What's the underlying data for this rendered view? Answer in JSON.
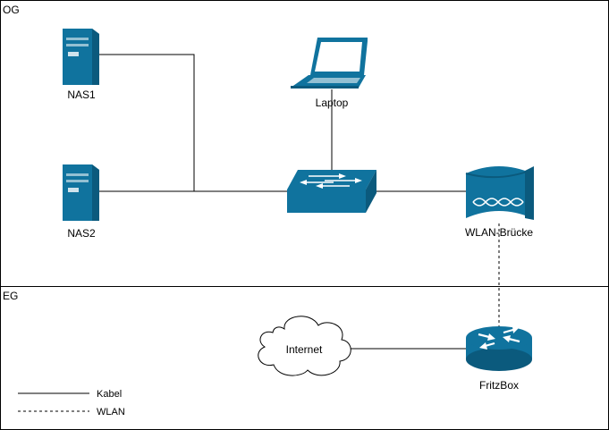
{
  "zones": {
    "upper": "OG",
    "lower": "EG"
  },
  "nodes": {
    "nas1": "NAS1",
    "nas2": "NAS2",
    "laptop": "Laptop",
    "switch": "",
    "bridge": "WLAN-Brücke",
    "internet": "Internet",
    "router": "FritzBox"
  },
  "legend": {
    "cable": "Kabel",
    "wlan": "WLAN"
  },
  "colors": {
    "device": "#10739E",
    "line": "#000000",
    "background": "#FFFFFF",
    "border": "#000000"
  },
  "icons": {
    "nas1": "server-tower-icon",
    "nas2": "server-tower-icon",
    "laptop": "laptop-icon",
    "switch": "network-switch-icon",
    "bridge": "wireless-bridge-icon",
    "internet": "cloud-icon",
    "router": "router-icon"
  }
}
